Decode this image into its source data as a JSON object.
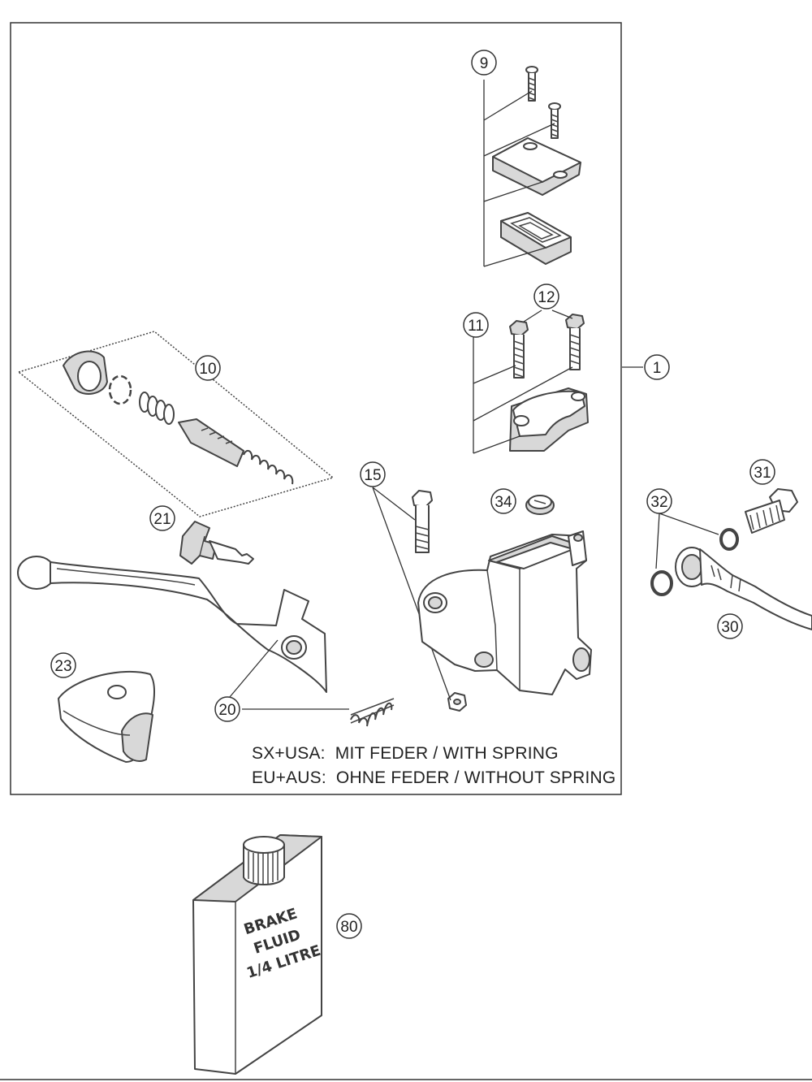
{
  "callouts": {
    "c1": "1",
    "c9": "9",
    "c10": "10",
    "c11": "11",
    "c12": "12",
    "c15": "15",
    "c20": "20",
    "c21": "21",
    "c23": "23",
    "c30": "30",
    "c31": "31",
    "c32": "32",
    "c34": "34",
    "c80": "80"
  },
  "notes": {
    "line1": "SX+USA:  MIT FEDER / WITH SPRING",
    "line2": "EU+AUS:  OHNE FEDER / WITHOUT SPRING"
  },
  "bottle_label": {
    "line1": "BRAKE",
    "line2": "FLUID",
    "line3": "1/4 LITRE"
  }
}
